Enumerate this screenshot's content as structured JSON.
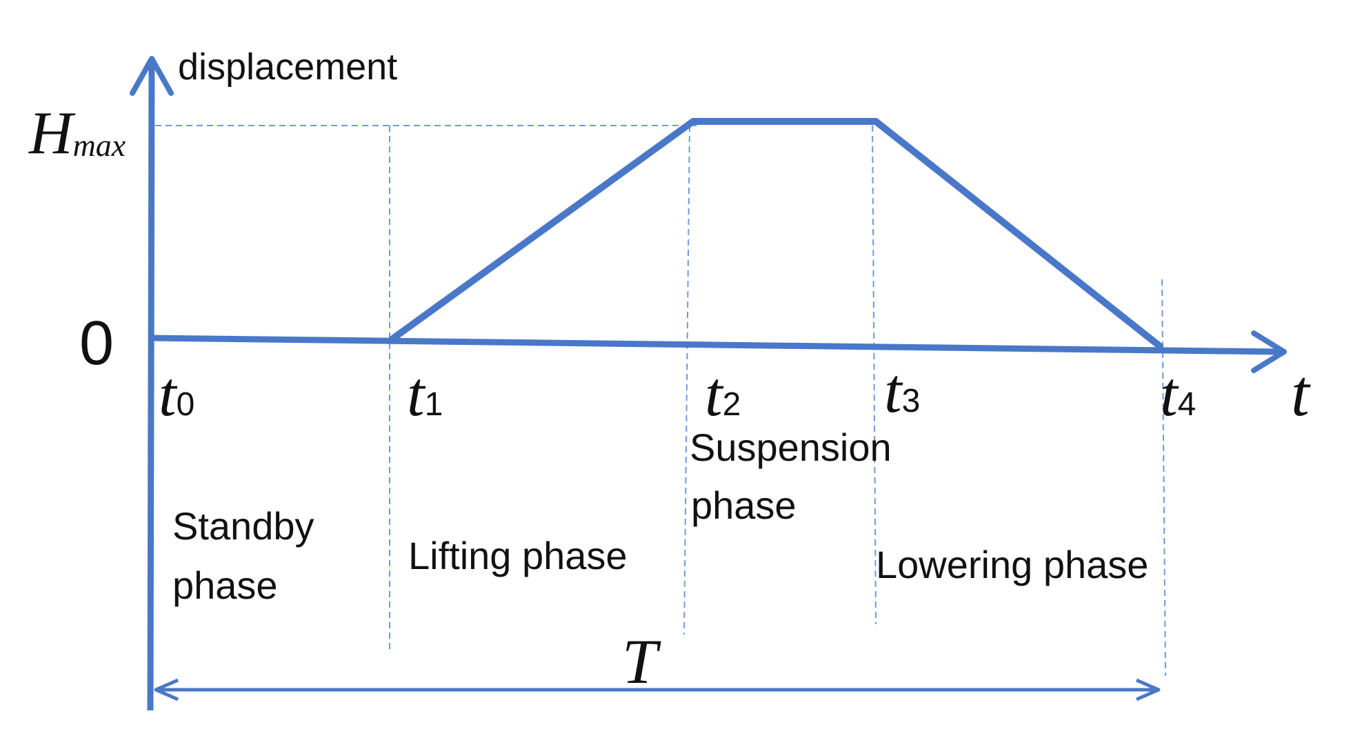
{
  "diagram": {
    "y_axis_label": "displacement",
    "x_axis_label": "t",
    "y_tick_top": {
      "base": "H",
      "sub": "max"
    },
    "y_tick_zero": "0",
    "time_marks": [
      {
        "base": "t",
        "sub": "0"
      },
      {
        "base": "t",
        "sub": "1"
      },
      {
        "base": "t",
        "sub": "2"
      },
      {
        "base": "t",
        "sub": "3"
      },
      {
        "base": "t",
        "sub": "4"
      }
    ],
    "phases": {
      "standby": {
        "line1": "Standby",
        "line2": "phase"
      },
      "lifting": {
        "line1": "Lifting phase"
      },
      "suspension": {
        "line1": "Suspension",
        "line2": "phase"
      },
      "lowering": {
        "line1": "Lowering phase"
      }
    },
    "period_label": "T",
    "colors": {
      "line": "#4a78c8",
      "guides": "#6f98dc",
      "text": "#111111"
    }
  }
}
